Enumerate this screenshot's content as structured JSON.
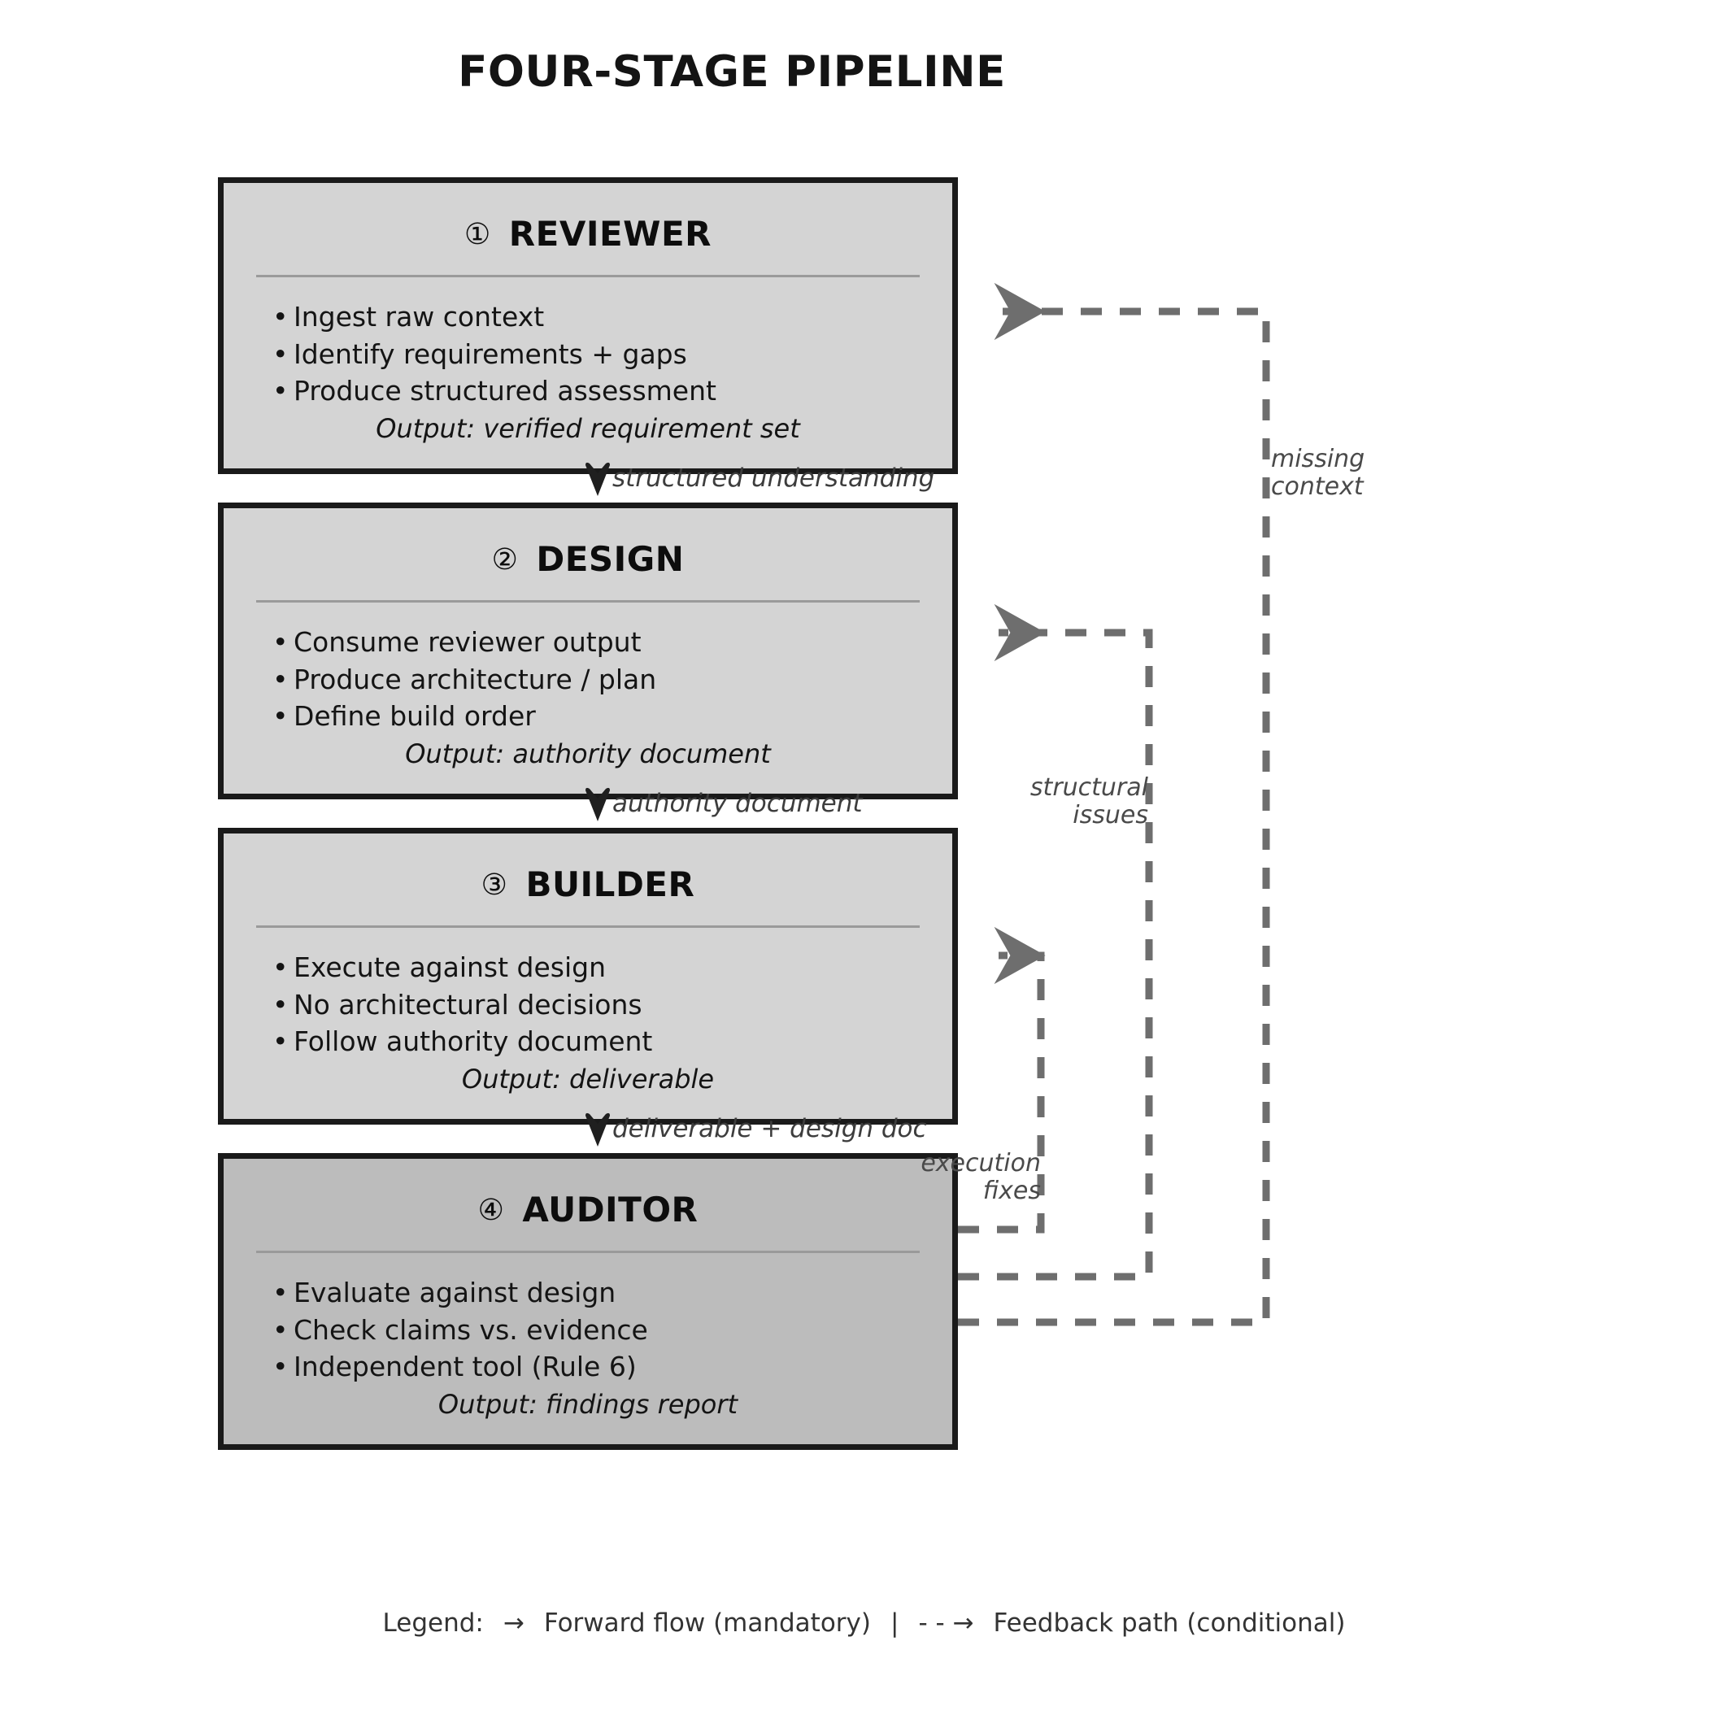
{
  "title": "FOUR-STAGE PIPELINE",
  "stages": [
    {
      "number": "①",
      "name": "REVIEWER",
      "bullets": [
        "Ingest raw context",
        "Identify requirements + gaps",
        "Produce structured assessment"
      ],
      "output": "Output: verified requirement set"
    },
    {
      "number": "②",
      "name": "DESIGN",
      "bullets": [
        "Consume reviewer output",
        "Produce architecture / plan",
        "Define build order"
      ],
      "output": "Output: authority document"
    },
    {
      "number": "③",
      "name": "BUILDER",
      "bullets": [
        "Execute against design",
        "No architectural decisions",
        "Follow authority document"
      ],
      "output": "Output: deliverable"
    },
    {
      "number": "④",
      "name": "AUDITOR",
      "bullets": [
        "Evaluate against design",
        "Check claims vs. evidence",
        "Independent tool (Rule 6)"
      ],
      "output": "Output: findings report"
    }
  ],
  "flows": [
    {
      "label": "structured understanding"
    },
    {
      "label": "authority document"
    },
    {
      "label": "deliverable + design doc"
    }
  ],
  "feedback": [
    {
      "label_line1": "missing",
      "label_line2": "context"
    },
    {
      "label_line1": "structural",
      "label_line2": "issues"
    },
    {
      "label_line1": "execution",
      "label_line2": "fixes"
    }
  ],
  "legend": {
    "prefix": "Legend:",
    "forward_arrow": "→",
    "forward_text": "Forward flow (mandatory)",
    "separator": "|",
    "feedback_arrow": "- - →",
    "feedback_text": "Feedback path (conditional)"
  },
  "bullet_glyph": "•",
  "colors": {
    "box_fill": "#d4d4d4",
    "box_fill_dark": "#bcbcbc",
    "box_border": "#1a1a1a",
    "feedback_line": "#6e6e6e",
    "text": "#141414"
  }
}
